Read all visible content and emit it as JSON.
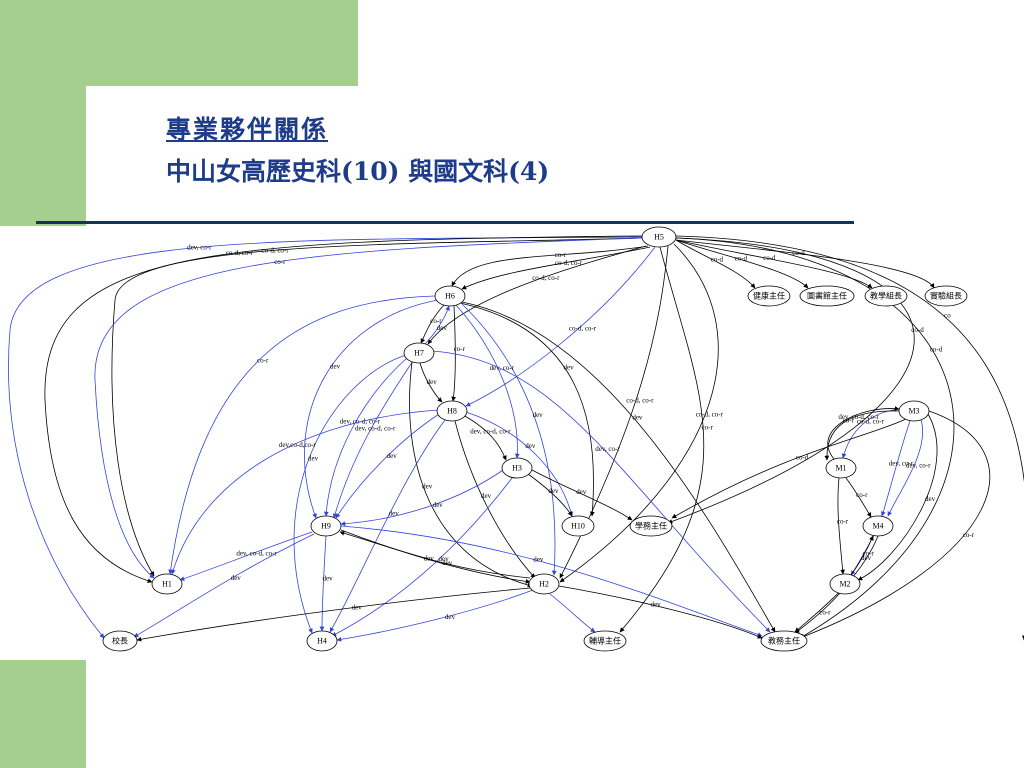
{
  "slide": {
    "title": "專業夥伴關係",
    "subtitle": "中山女高歷史科(10)  與國文科(4)"
  },
  "graph": {
    "nodes": [
      {
        "id": "H5",
        "label": "H5",
        "shape": "oval"
      },
      {
        "id": "H6",
        "label": "H6",
        "shape": "oval"
      },
      {
        "id": "H7",
        "label": "H7",
        "shape": "oval"
      },
      {
        "id": "H8",
        "label": "H8",
        "shape": "oval"
      },
      {
        "id": "H3",
        "label": "H3",
        "shape": "oval"
      },
      {
        "id": "H9",
        "label": "H9",
        "shape": "oval"
      },
      {
        "id": "H10",
        "label": "H10",
        "shape": "oval"
      },
      {
        "id": "H1",
        "label": "H1",
        "shape": "oval"
      },
      {
        "id": "H2",
        "label": "H2",
        "shape": "oval"
      },
      {
        "id": "H4",
        "label": "H4",
        "shape": "oval"
      },
      {
        "id": "principal",
        "label": "校長",
        "shape": "oval"
      },
      {
        "id": "guidance",
        "label": "輔導主任",
        "shape": "oval"
      },
      {
        "id": "academic",
        "label": "教務主任",
        "shape": "oval"
      },
      {
        "id": "student_affairs",
        "label": "學務主任",
        "shape": "oval"
      },
      {
        "id": "health",
        "label": "健康主任",
        "shape": "oval"
      },
      {
        "id": "library",
        "label": "圖書館主任",
        "shape": "oval"
      },
      {
        "id": "teaching_leader",
        "label": "教學組長",
        "shape": "oval"
      },
      {
        "id": "lab_leader",
        "label": "實驗組長",
        "shape": "oval"
      },
      {
        "id": "M3",
        "label": "M3",
        "shape": "oval"
      },
      {
        "id": "M1",
        "label": "M1",
        "shape": "oval"
      },
      {
        "id": "M4",
        "label": "M4",
        "shape": "oval"
      },
      {
        "id": "M2",
        "label": "M2",
        "shape": "oval"
      }
    ],
    "edges": [
      {
        "from": "H5",
        "to": "health",
        "label": "co-d",
        "color": "#000000"
      },
      {
        "from": "H5",
        "to": "library",
        "label": "co-d",
        "color": "#000000"
      },
      {
        "from": "H5",
        "to": "teaching_leader",
        "label": "co-d",
        "color": "#000000"
      },
      {
        "from": "H5",
        "to": "lab_leader",
        "label": "co-d",
        "color": "#000000"
      },
      {
        "from": "H5",
        "to": "H6",
        "label": "co-r",
        "color": "#000000"
      },
      {
        "from": "H5",
        "to": "H6",
        "label": "co-d, co-r",
        "color": "#000000"
      },
      {
        "from": "H5",
        "to": "H7",
        "label": "co-d, co-r",
        "color": "#000000"
      },
      {
        "from": "H5",
        "to": "H1",
        "label": "co-d, co-r",
        "color": "#000000"
      },
      {
        "from": "H5",
        "to": "H2",
        "label": "co-d, co-r",
        "color": "#000000"
      },
      {
        "from": "H5",
        "to": "H2",
        "label": "co-d, co-r",
        "color": "#000000"
      },
      {
        "from": "H5",
        "to": "academic",
        "label": "co-d",
        "color": "#000000"
      },
      {
        "from": "H5",
        "to": "student_affairs",
        "label": "co-d",
        "color": "#000000"
      },
      {
        "from": "H5",
        "to": "principal",
        "label": "dev, co-r",
        "color": "#3344dd"
      },
      {
        "from": "H5",
        "to": "H1",
        "label": "co-r",
        "color": "#3344dd"
      },
      {
        "from": "H5",
        "to": "H8",
        "label": "co-d, co-r",
        "color": "#3344dd"
      },
      {
        "from": "H5",
        "to": "H1",
        "label": "co-d, co-r",
        "color": "#000000"
      },
      {
        "from": "H5",
        "to": "guidance",
        "label": "co-r",
        "color": "#000000"
      },
      {
        "from": "H6",
        "to": "H7",
        "label": "co-r",
        "color": "#000000"
      },
      {
        "from": "H7",
        "to": "H6",
        "label": "dev",
        "color": "#3344dd"
      },
      {
        "from": "H6",
        "to": "H8",
        "label": "co-r",
        "color": "#000000"
      },
      {
        "from": "H6",
        "to": "H2",
        "label": "dev",
        "color": "#3344dd"
      },
      {
        "from": "H6",
        "to": "H10",
        "label": "dev",
        "color": "#000000"
      },
      {
        "from": "H6",
        "to": "H1",
        "label": "co-r",
        "color": "#3344dd"
      },
      {
        "from": "H6",
        "to": "H9",
        "label": "dev",
        "color": "#3344dd"
      },
      {
        "from": "H6",
        "to": "academic",
        "label": "dev",
        "color": "#000000"
      },
      {
        "from": "H6",
        "to": "H3",
        "label": "dev, co-r",
        "color": "#3344dd"
      },
      {
        "from": "H7",
        "to": "H8",
        "label": "dev",
        "color": "#000000"
      },
      {
        "from": "H7",
        "to": "H9",
        "label": "dev, co-d, co-r",
        "color": "#3344dd"
      },
      {
        "from": "H7",
        "to": "H9",
        "label": "dev, co-d, co-r",
        "color": "#3344dd"
      },
      {
        "from": "H7",
        "to": "H4",
        "label": "dev",
        "color": "#3344dd"
      },
      {
        "from": "H7",
        "to": "H2",
        "label": "dev",
        "color": "#000000"
      },
      {
        "from": "H7",
        "to": "academic",
        "label": "dev, co-r",
        "color": "#3344dd"
      },
      {
        "from": "H8",
        "to": "H3",
        "label": "dev, co-d, co-r",
        "color": "#000000"
      },
      {
        "from": "H8",
        "to": "H9",
        "label": "dev",
        "color": "#3344dd"
      },
      {
        "from": "H8",
        "to": "H4",
        "label": "dev",
        "color": "#3344dd"
      },
      {
        "from": "H8",
        "to": "H10",
        "label": "dev",
        "color": "#3344dd"
      },
      {
        "from": "H8",
        "to": "H1",
        "label": "dev,co-d,co-r",
        "color": "#3344dd"
      },
      {
        "from": "H8",
        "to": "H2",
        "label": "dev",
        "color": "#000000"
      },
      {
        "from": "H3",
        "to": "H10",
        "label": "dev",
        "color": "#000000"
      },
      {
        "from": "H3",
        "to": "student_affairs",
        "label": "dev",
        "color": "#000000"
      },
      {
        "from": "H3",
        "to": "H4",
        "label": "dev",
        "color": "#3344dd"
      },
      {
        "from": "H3",
        "to": "H9",
        "label": "dev",
        "color": "#3344dd"
      },
      {
        "from": "H9",
        "to": "H1",
        "label": "dev, co-d, co-r",
        "color": "#3344dd"
      },
      {
        "from": "H9",
        "to": "H4",
        "label": "dev",
        "color": "#3344dd"
      },
      {
        "from": "H9",
        "to": "H2",
        "label": "dev",
        "color": "#000000"
      },
      {
        "from": "H2",
        "to": "H9",
        "label": "dev",
        "color": "#000000"
      },
      {
        "from": "H9",
        "to": "principal",
        "label": "dev",
        "color": "#3344dd"
      },
      {
        "from": "H9",
        "to": "academic",
        "label": "dev",
        "color": "#3344dd"
      },
      {
        "from": "H2",
        "to": "principal",
        "label": "dev",
        "color": "#000000"
      },
      {
        "from": "H2",
        "to": "academic",
        "label": "dev",
        "color": "#000000"
      },
      {
        "from": "H2",
        "to": "guidance",
        "label": "",
        "color": "#3344dd"
      },
      {
        "from": "H2",
        "to": "H4",
        "label": "dev",
        "color": "#3344dd"
      },
      {
        "from": "M3",
        "to": "M1",
        "label": "co-d, co-r",
        "color": "#3344dd"
      },
      {
        "from": "M3",
        "to": "M1",
        "label": "dev, co-d, co-r",
        "color": "#000000"
      },
      {
        "from": "M3",
        "to": "M4",
        "label": "dev, co-r",
        "color": "#3344dd"
      },
      {
        "from": "M3",
        "to": "M4",
        "label": "dev, co-r",
        "color": "#3344dd"
      },
      {
        "from": "M3",
        "to": "M2",
        "label": "dev",
        "color": "#000000"
      },
      {
        "from": "M3",
        "to": "academic",
        "label": "co-r",
        "color": "#000000"
      },
      {
        "from": "M1",
        "to": "M4",
        "label": "co-r",
        "color": "#000000"
      },
      {
        "from": "M1",
        "to": "M2",
        "label": "co-r",
        "color": "#000000"
      },
      {
        "from": "M1",
        "to": "M3",
        "label": "co-r",
        "color": "#000000"
      },
      {
        "from": "M4",
        "to": "M2",
        "label": "co-r",
        "color": "#3344dd"
      },
      {
        "from": "M2",
        "to": "M4",
        "label": "dev",
        "color": "#000000"
      },
      {
        "from": "M4",
        "to": "academic",
        "label": "co-r",
        "color": "#000000"
      },
      {
        "from": "M2",
        "to": "academic",
        "label": "co-r",
        "color": "#000000"
      },
      {
        "from": "M3",
        "to": "student_affairs",
        "label": "co-d",
        "color": "#000000"
      },
      {
        "from": "H5",
        "to": "academic",
        "label": "co",
        "color": "#000000"
      }
    ]
  }
}
